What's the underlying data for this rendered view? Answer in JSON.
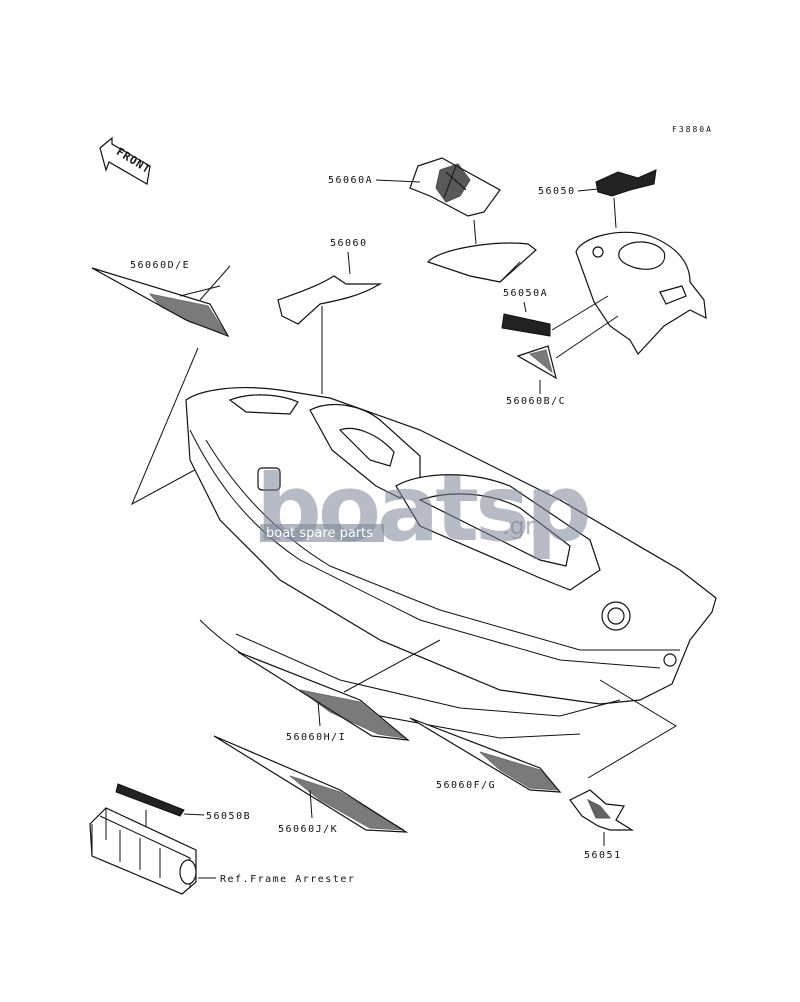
{
  "figure_code": "F3880A",
  "direction_label": "FRONT",
  "callouts": {
    "p56060A": "56060A",
    "p56050": "56050",
    "p56060": "56060",
    "p56060DE": "56060D/E",
    "p56050A": "56050A",
    "p56060BC": "56060B/C",
    "p56060HI": "56060H/I",
    "p56060FG": "56060F/G",
    "p56060JK": "56060J/K",
    "p56050B": "56050B",
    "p56051": "56051",
    "ref_frame_arrester": "Ref.Frame Arrester"
  },
  "watermark": {
    "brand": "boatsp",
    "tagline": "boat spare parts",
    "tld": ".gr",
    "color": "#7d8596"
  }
}
